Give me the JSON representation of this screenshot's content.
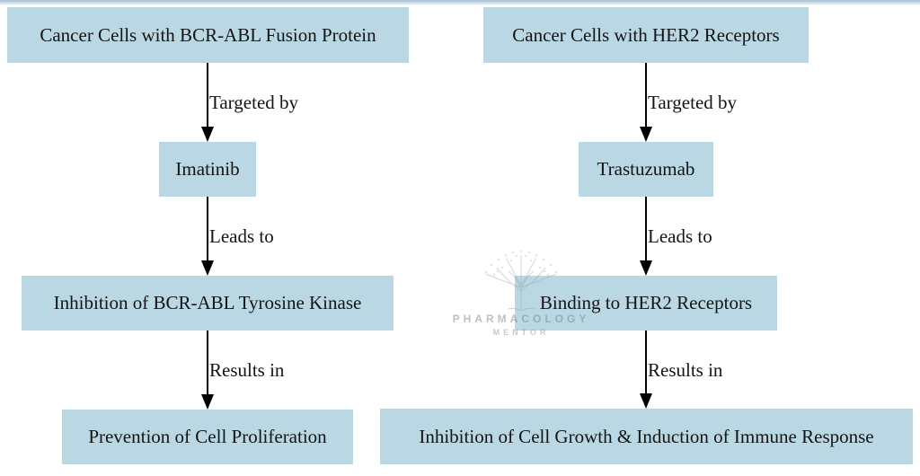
{
  "diagram": {
    "left_flow": {
      "nodes": [
        {
          "label": "Cancer Cells with BCR-ABL Fusion Protein"
        },
        {
          "label": "Imatinib"
        },
        {
          "label": "Inhibition of BCR-ABL Tyrosine Kinase"
        },
        {
          "label": "Prevention of Cell Proliferation"
        }
      ],
      "edges": [
        {
          "label": "Targeted by"
        },
        {
          "label": "Leads to"
        },
        {
          "label": "Results in"
        }
      ]
    },
    "right_flow": {
      "nodes": [
        {
          "label": "Cancer Cells with HER2 Receptors"
        },
        {
          "label": "Trastuzumab"
        },
        {
          "label": "Binding to HER2 Receptors"
        },
        {
          "label": "Inhibition of Cell Growth & Induction of Immune Response"
        }
      ],
      "edges": [
        {
          "label": "Targeted by"
        },
        {
          "label": "Leads to"
        },
        {
          "label": "Results in"
        }
      ]
    },
    "watermark": {
      "line1": "PHARMACOLOGY",
      "line2": "MENTOR"
    },
    "colors": {
      "node_fill": "#b9d8e4",
      "arrow": "#000000",
      "text": "#141414",
      "top_strip": "#cfe0ea",
      "watermark_text": "#79848a"
    }
  }
}
